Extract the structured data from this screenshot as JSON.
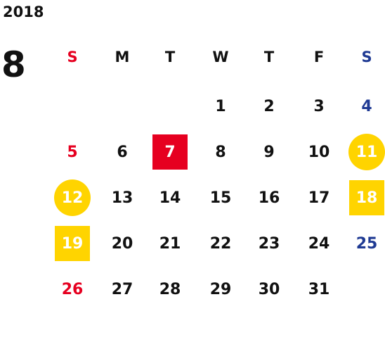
{
  "calendar": {
    "year": "2018",
    "month": "8",
    "weekdays": [
      "S",
      "M",
      "T",
      "W",
      "T",
      "F",
      "S"
    ],
    "weeks": [
      [
        "",
        "",
        "",
        "1",
        "2",
        "3",
        "4"
      ],
      [
        "5",
        "6",
        "7",
        "8",
        "9",
        "10",
        "11"
      ],
      [
        "12",
        "13",
        "14",
        "15",
        "16",
        "17",
        "18"
      ],
      [
        "19",
        "20",
        "21",
        "22",
        "23",
        "24",
        "25"
      ],
      [
        "26",
        "27",
        "28",
        "29",
        "30",
        "31",
        ""
      ]
    ],
    "highlights": [
      {
        "day": "7",
        "shape": "square",
        "color": "#e60020"
      },
      {
        "day": "11",
        "shape": "circle",
        "color": "#ffd400"
      },
      {
        "day": "12",
        "shape": "circle",
        "color": "#ffd400"
      },
      {
        "day": "18",
        "shape": "square",
        "color": "#ffd400"
      },
      {
        "day": "19",
        "shape": "square",
        "color": "#ffd400"
      }
    ]
  },
  "colors": {
    "text": "#111111",
    "sunday": "#e60020",
    "saturday": "#1f3a93",
    "on_mark": "#ffffff"
  }
}
